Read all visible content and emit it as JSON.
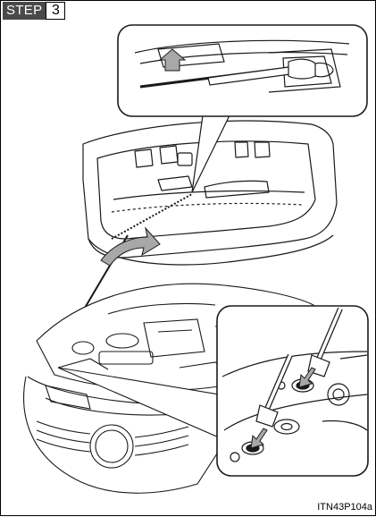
{
  "step": {
    "label": "STEP",
    "number": "3"
  },
  "figure_code": "ITN43P104a",
  "colors": {
    "arrow_fill": "#a8a8a8",
    "line": "#1a1a1a",
    "step_bg": "#4a4a4a"
  }
}
